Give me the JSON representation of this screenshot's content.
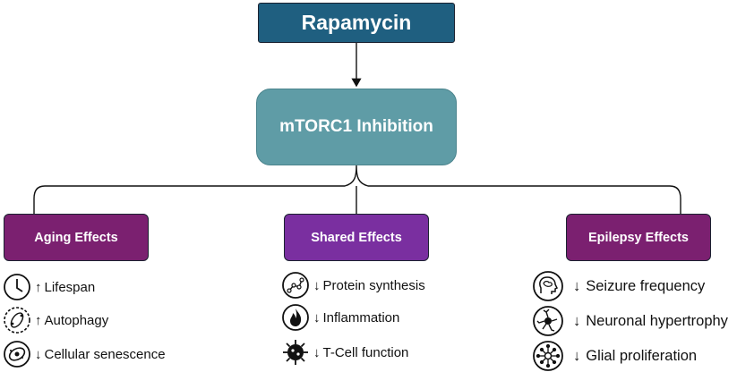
{
  "root": {
    "label": "Rapamycin"
  },
  "mechanism": {
    "label": "mTORC1 Inhibition"
  },
  "categories": [
    {
      "label": "Aging Effects",
      "items": [
        {
          "arrow": "↑",
          "text": "Lifespan",
          "icon": "clock-icon"
        },
        {
          "arrow": "↑",
          "text": "Autophagy",
          "icon": "autophagy-icon"
        },
        {
          "arrow": "↓",
          "text": "Cellular senescence",
          "icon": "senescent-cell-icon"
        }
      ]
    },
    {
      "label": "Shared Effects",
      "items": [
        {
          "arrow": "↓",
          "text": "Protein synthesis",
          "icon": "molecule-icon"
        },
        {
          "arrow": "↓",
          "text": "Inflammation",
          "icon": "flame-icon"
        },
        {
          "arrow": "↓",
          "text": "T-Cell function",
          "icon": "virus-cell-icon"
        }
      ]
    },
    {
      "label": "Epilepsy Effects",
      "items": [
        {
          "arrow": "↓",
          "text": "Seizure frequency",
          "icon": "brain-head-icon"
        },
        {
          "arrow": "↓",
          "text": "Neuronal hypertrophy",
          "icon": "neuron-icon"
        },
        {
          "arrow": "↓",
          "text": "Glial proliferation",
          "icon": "glial-cell-icon"
        }
      ]
    }
  ],
  "colors": {
    "root_fill": "#1f5f80",
    "mechanism_fill": "#5f9ca6",
    "side_category_fill": "#7b2070",
    "shared_category_fill": "#7a2fa0"
  }
}
